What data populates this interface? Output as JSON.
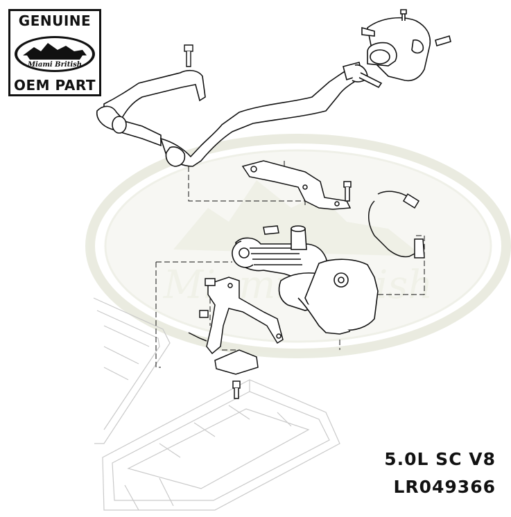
{
  "badge": {
    "top_text": "GENUINE",
    "logo_script": "Miami British",
    "bottom_text": "OEM PART"
  },
  "watermark": {
    "text": "Miami British"
  },
  "part": {
    "engine": "5.0L SC V8",
    "number": "LR049366"
  },
  "colors": {
    "line": "#111111",
    "faint_line": "#c7c7c7",
    "watermark": "#d9dcc8"
  }
}
